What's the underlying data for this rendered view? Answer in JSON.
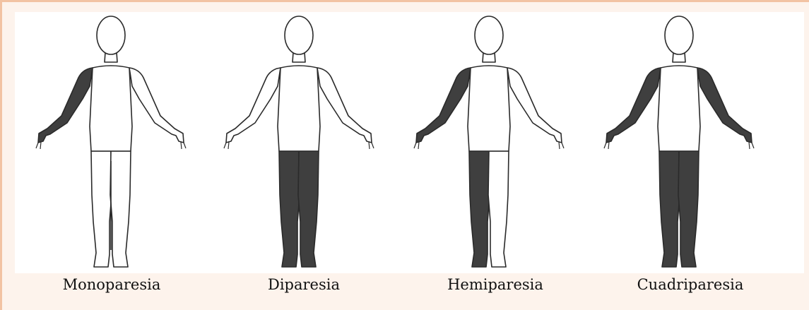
{
  "figures": [
    {
      "id": "monoparesia",
      "label": "Monoparesia",
      "affected": [
        "right-arm"
      ]
    },
    {
      "id": "diparesia",
      "label": "Diparesia",
      "affected": [
        "left-leg",
        "right-leg"
      ]
    },
    {
      "id": "hemiparesia",
      "label": "Hemiparesia",
      "affected": [
        "right-arm",
        "right-leg"
      ]
    },
    {
      "id": "cuadriparesia",
      "label": "Cuadriparesia",
      "affected": [
        "right-arm",
        "left-arm",
        "right-leg",
        "left-leg"
      ]
    }
  ],
  "colors": {
    "affected": "#3f3f3f",
    "outline": "#2a2a2a",
    "body": "#ffffff",
    "frame_border": "#f2c3a3",
    "frame_background": "#fdf3ec"
  }
}
